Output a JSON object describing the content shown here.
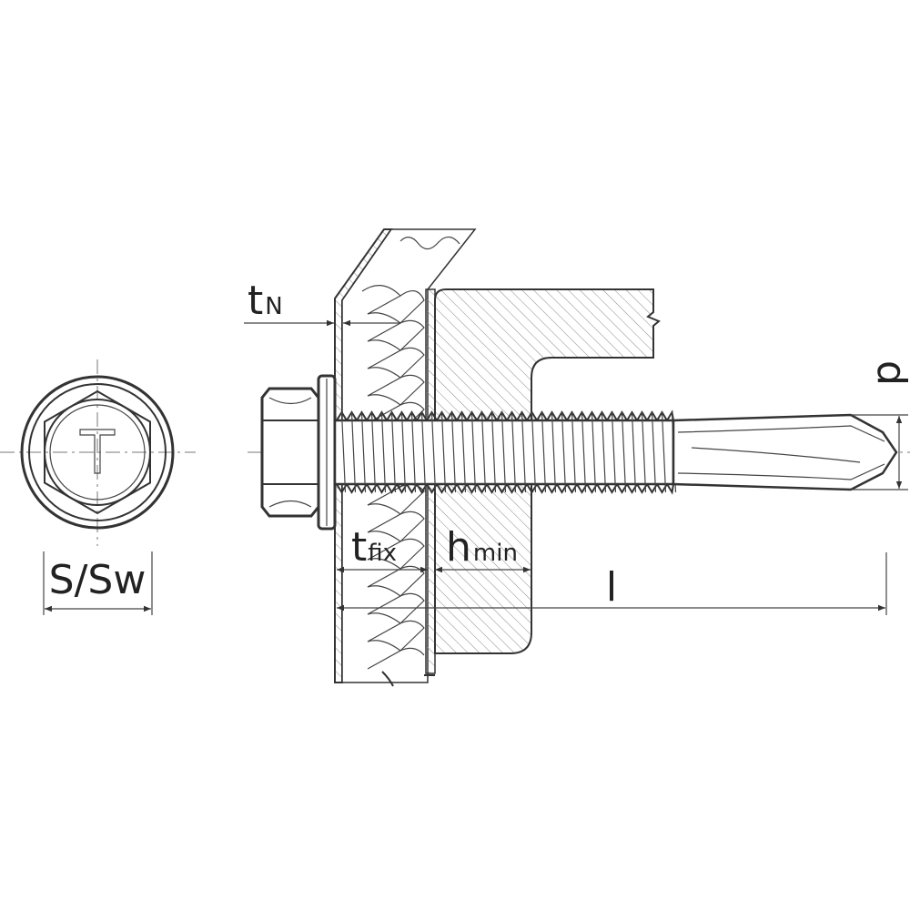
{
  "labels": {
    "tn_main": "t",
    "tn_sub": "N",
    "sw": "S/Sw",
    "tfix_main": "t",
    "tfix_sub": "fix",
    "hmin_main": "h",
    "hmin_sub": "min",
    "l": "l",
    "d": "d"
  },
  "colors": {
    "line": "#333333",
    "hatch": "#888888",
    "background": "#ffffff"
  }
}
